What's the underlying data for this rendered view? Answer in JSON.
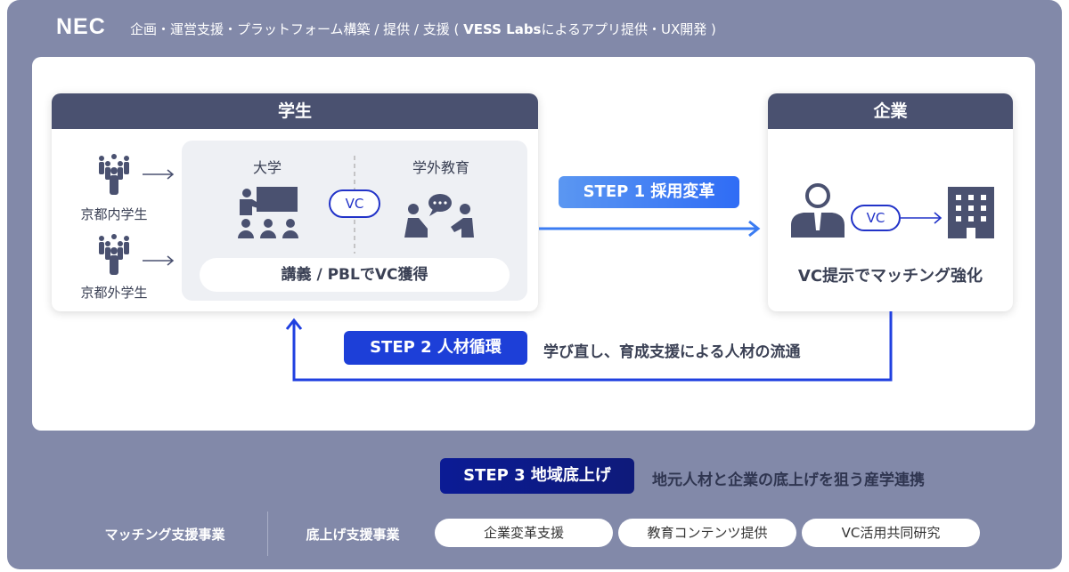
{
  "header": {
    "logo": "NEC",
    "subtitle_pre": "企画・運営支援・プラットフォーム構築 / 提供 / 支援 ( ",
    "subtitle_bold": "VESS Labs",
    "subtitle_post": "によるアプリ提供・UX開発 )"
  },
  "students": {
    "title": "学生",
    "group1": "京都内学生",
    "group2": "京都外学生",
    "university": "大学",
    "outside": "学外教育",
    "vc": "VC",
    "lecture": "講義 / PBLでVC獲得"
  },
  "company": {
    "title": "企業",
    "vc": "VC",
    "caption": "VC提示でマッチング強化"
  },
  "step1": {
    "label": "STEP 1  採用変革"
  },
  "step2": {
    "label": "STEP 2  人材循環",
    "desc": "学び直し、育成支援による人材の流通"
  },
  "step3": {
    "label": "STEP 3  地域底上げ",
    "desc": "地元人材と企業の底上げを狙う産学連携"
  },
  "bottom": {
    "matching": "マッチング支援事業",
    "uplift": "底上げ支援事業",
    "pills": [
      "企業変革支援",
      "教育コンテンツ提供",
      "VC活用共同研究"
    ]
  },
  "colors": {
    "navy": "#4a5170",
    "step1": "#3b7cf2",
    "step2": "#1d3fd8",
    "step3": "#0e1a8c",
    "bg": "#8289a9"
  }
}
